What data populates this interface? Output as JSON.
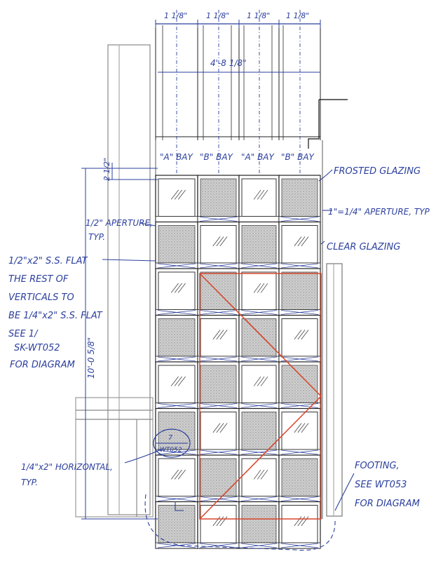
{
  "dimensions": {
    "top_segments": [
      "1 1/8\"",
      "1 1/8\"",
      "1 1/8\"",
      "1 1/8\""
    ],
    "overall_width": "4'-8 1/8\"",
    "left_height": "10'-0 5/8\"",
    "small_height": "2 1/2\""
  },
  "bay_labels": [
    "\"A\" BAY",
    "\"B\" BAY",
    "\"A\" BAY",
    "\"B\" BAY"
  ],
  "annotations": {
    "frosted": "FROSTED GLAZING",
    "aperture_typ_right": "1\"=1/4\" APERTURE, TYP",
    "clear": "CLEAR GLAZING",
    "aperture_left_1": "1/2\" APERTURE,",
    "aperture_left_2": "TYP.",
    "flat_lines": [
      "1/2\"x2\" S.S. FLAT",
      "THE REST OF",
      "VERTICALS TO",
      "BE 1/4\"x2\" S.S. FLAT",
      "SEE 1/",
      "SK-WT052",
      "FOR DIAGRAM"
    ],
    "horizontal_lines": [
      "1/4\"x2\" HORIZONTAL,",
      "TYP."
    ],
    "footing_lines": [
      "FOOTING,",
      "SEE WT053",
      "FOR DIAGRAM"
    ],
    "bubble_top": "7",
    "bubble_bottom": "WT052"
  },
  "grid": {
    "rows": 8,
    "cols": 4,
    "cells": [
      [
        "clear",
        "frosted",
        "clear",
        "frosted"
      ],
      [
        "frosted",
        "clear",
        "frosted",
        "clear"
      ],
      [
        "clear",
        "frosted",
        "clear",
        "frosted"
      ],
      [
        "frosted",
        "clear",
        "frosted",
        "clear"
      ],
      [
        "clear",
        "frosted",
        "clear",
        "frosted"
      ],
      [
        "frosted",
        "clear",
        "frosted",
        "clear"
      ],
      [
        "clear",
        "frosted",
        "clear",
        "frosted"
      ],
      [
        "frosted",
        "clear",
        "frosted",
        "clear"
      ]
    ]
  },
  "colors": {
    "ink": "#2b3f9e",
    "red": "#d9452b",
    "frost": "#c9c9c9",
    "line": "#222222"
  }
}
